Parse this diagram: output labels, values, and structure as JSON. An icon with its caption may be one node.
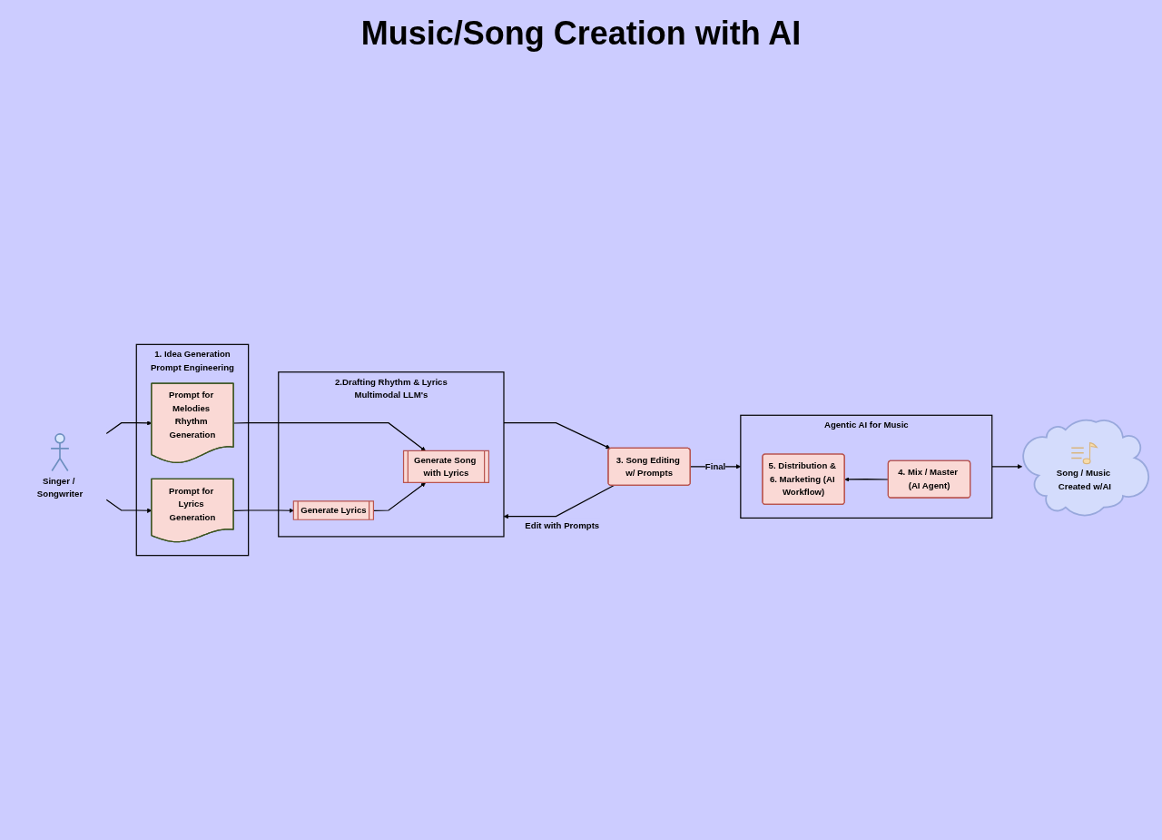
{
  "diagram": {
    "title": "Music/Song Creation with AI",
    "nodes": [
      {
        "text": [
          "Singer / Songwriter"
        ]
      },
      {
        "text": [
          "1. Idea Generation",
          "Prompt Engineering"
        ]
      },
      {
        "text": [
          "Prompt for Lyrics Generation"
        ],
        "in": 1
      },
      {
        "text": [
          "Prompt for Melodies Rhythm Generation"
        ],
        "in": 1
      },
      {
        "text": [
          "2.Drafting Rhythm & Lyrics",
          "Multimodal LLM's"
        ]
      },
      {
        "text": [
          "Generate Lyrics"
        ],
        "in": 4
      },
      {
        "text": [
          "Generate Song with Lyrics"
        ],
        "in": 4
      },
      {
        "text": [
          "3. Song Editing w/ Prompts"
        ]
      },
      {
        "text": [
          "Agentic AI for Music"
        ]
      },
      {
        "text": [
          "5. Distribution & 6. Marketing (AI Workflow)"
        ],
        "in": 8
      },
      {
        "text": [
          "4. Mix / Master (AI Agent)"
        ],
        "in": 8
      },
      {
        "text": [
          "Song / Music Created w/AI"
        ]
      }
    ],
    "edges": [
      {
        "from": 0,
        "to": 2,
        "arrow": "to"
      },
      {
        "from": 0,
        "to": 3,
        "arrow": "to"
      },
      {
        "from": 2,
        "to": 5,
        "arrow": "to"
      },
      {
        "from": 3,
        "to": 6,
        "arrow": "to"
      },
      {
        "from": 5,
        "to": 6,
        "arrow": "to"
      },
      {
        "from": 4,
        "to": 7,
        "arrow": "to"
      },
      {
        "from": 7,
        "to": 4,
        "arrow": "to",
        "label": "Edit with Prompts"
      },
      {
        "from": 7,
        "to": 8,
        "arrow": "to",
        "label": "Final"
      },
      {
        "from": 10,
        "to": 9,
        "arrow": "to"
      },
      {
        "from": 8,
        "to": 11,
        "arrow": "to"
      }
    ]
  }
}
